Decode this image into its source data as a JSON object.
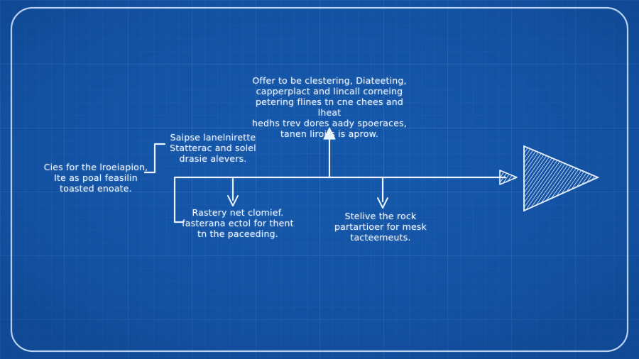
{
  "colors": {
    "background": "#1455a8",
    "line": "#eaf3ff",
    "grid": "#3a78c4"
  },
  "diagram": {
    "type": "fishbone-arrow",
    "labels": {
      "top": "Offer to be clestering, Diateeting,\ncapperplact and lincall corneing\npetering flines tn cne chees and lheat\nhedhs trev dores aady spoeraces,\ntanen liroits is aprow.",
      "upper_left": "Saipse lanelnirette\nStatterac and solel\ndrasie alevers.",
      "left": "Cies for the lroeiapion,\nIte as poal feasilin\ntoasted enoate.",
      "lower_left": "Rastery net clomief.\nfasterana ectol for thent\ntn the paceeding.",
      "lower_right": "Stelive the rock\npartartioer for mesk\ntacteemeuts."
    }
  }
}
